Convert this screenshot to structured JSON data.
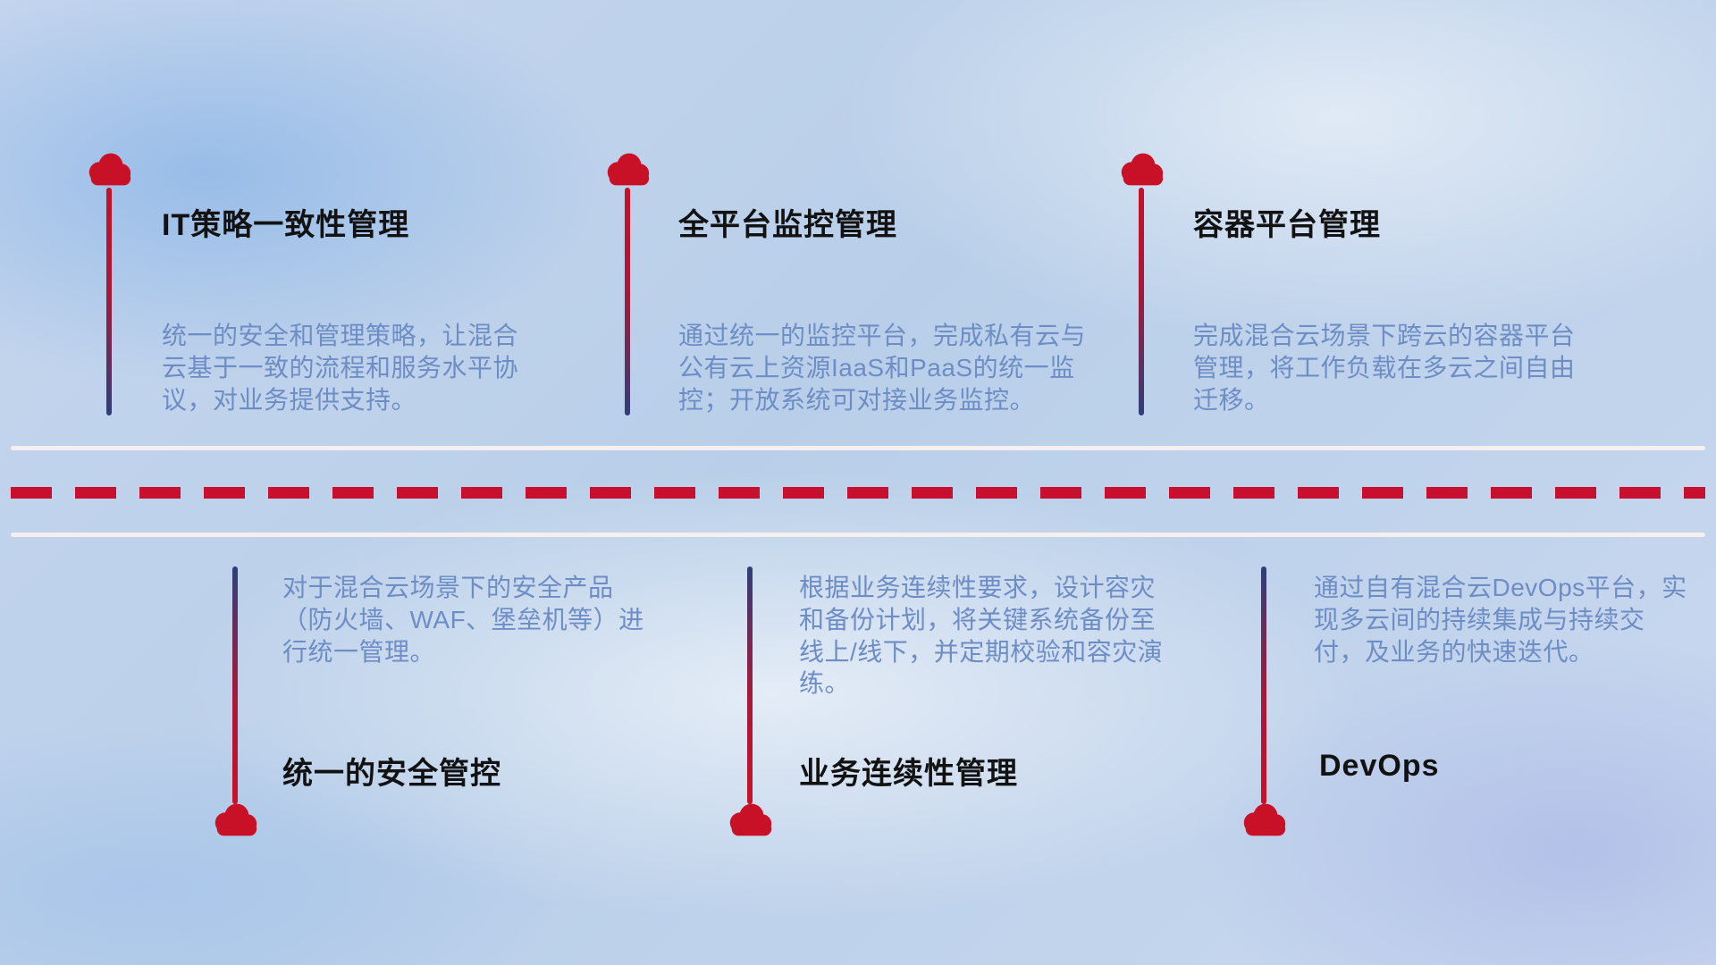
{
  "colors": {
    "cloud_red": "#c81126",
    "line_navy": "#2e3f7a",
    "title_color": "#121212",
    "desc_color": "#6d8dc4",
    "road_white": "#f5efee",
    "dash_red": "#c8102e"
  },
  "top_items": [
    {
      "title": "IT策略一致性管理",
      "desc": "统一的安全和管理策略，让混合云基于一致的流程和服务水平协议，对业务提供支持。"
    },
    {
      "title": "全平台监控管理",
      "desc": "通过统一的监控平台，完成私有云与公有云上资源IaaS和PaaS的统一监控；开放系统可对接业务监控。"
    },
    {
      "title": "容器平台管理",
      "desc": "完成混合云场景下跨云的容器平台管理，将工作负载在多云之间自由迁移。"
    }
  ],
  "bottom_items": [
    {
      "title": "统一的安全管控",
      "desc": "对于混合云场景下的安全产品（防火墙、WAF、堡垒机等）进行统一管理。"
    },
    {
      "title": "业务连续性管理",
      "desc": "根据业务连续性要求，设计容灾和备份计划，将关键系统备份至线上/线下，并定期校验和容灾演练。"
    },
    {
      "title": "DevOps",
      "desc": "通过自有混合云DevOps平台，实现多云间的持续集成与持续交付，及业务的快速迭代。"
    }
  ]
}
